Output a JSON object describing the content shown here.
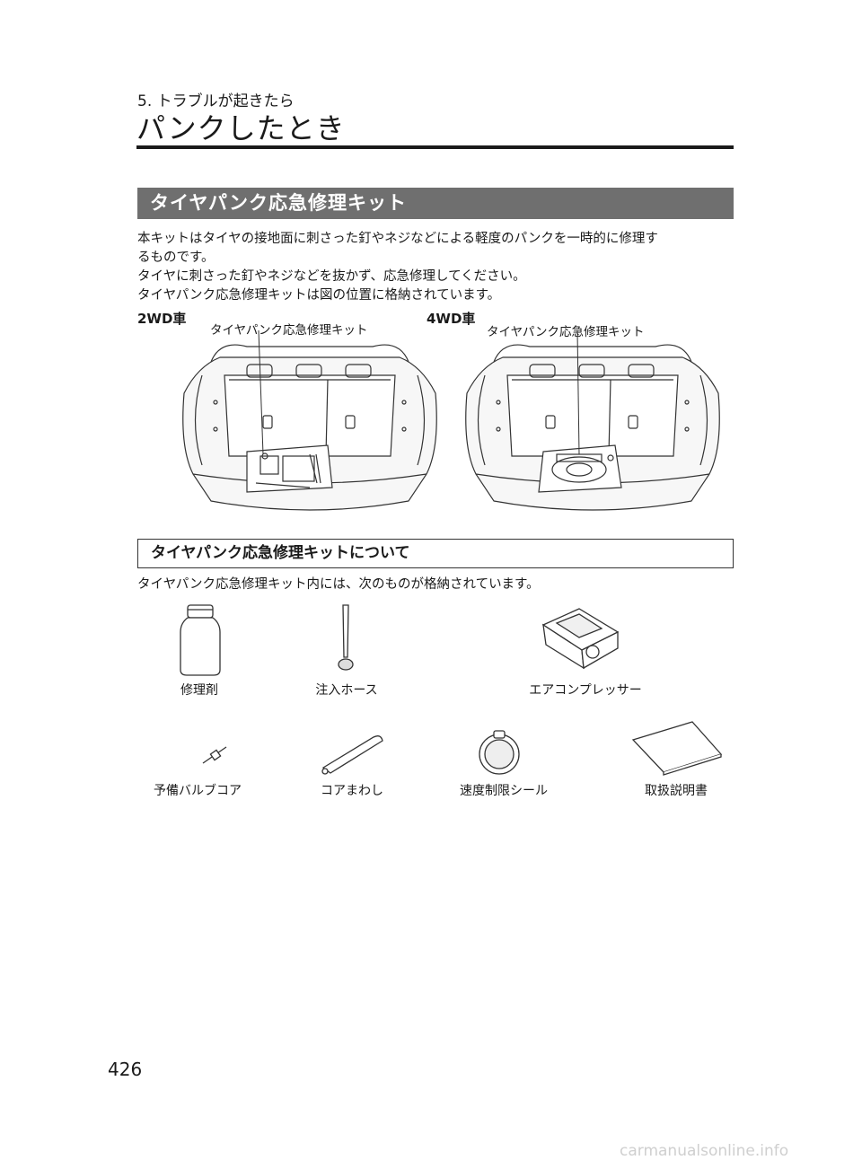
{
  "header": {
    "chapter": "5. トラブルが起きたら",
    "title": "パンクしたとき"
  },
  "section1": {
    "heading": "タイヤパンク応急修理キット",
    "paragraph": [
      "本キットはタイヤの接地面に刺さった釘やネジなどによる軽度のパンクを一時的に修理す",
      "るものです。",
      "タイヤに刺さった釘やネジなどを抜かず、応急修理してください。",
      "タイヤパンク応急修理キットは図の位置に格納されています。"
    ],
    "figures": [
      {
        "vehicle": "2WD車",
        "callout": "タイヤパンク応急修理キット"
      },
      {
        "vehicle": "4WD車",
        "callout": "タイヤパンク応急修理キット"
      }
    ]
  },
  "section2": {
    "heading": "タイヤパンク応急修理キットについて",
    "intro": "タイヤパンク応急修理キット内には、次のものが格納されています。",
    "items": [
      {
        "label": "修理剤"
      },
      {
        "label": "注入ホース"
      },
      {
        "label": "エアコンプレッサー"
      },
      {
        "label": "予備バルブコア"
      },
      {
        "label": "コアまわし"
      },
      {
        "label": "速度制限シール"
      },
      {
        "label": "取扱説明書"
      }
    ]
  },
  "footer": {
    "page_number": "426",
    "watermark": "carmanualsonline.info"
  }
}
